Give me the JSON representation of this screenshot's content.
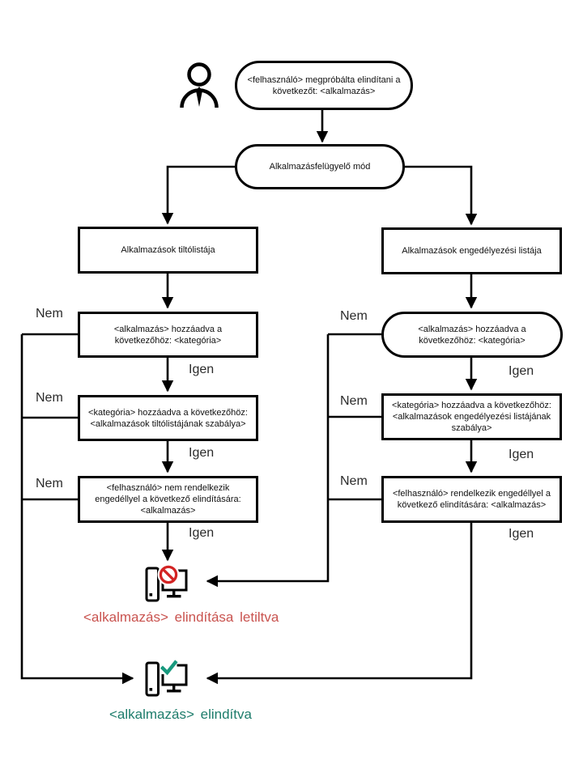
{
  "labels": {
    "no": "Nem",
    "yes": "Igen"
  },
  "nodes": {
    "start": "<felhasználó> megpróbálta elindítani a következőt: <alkalmazás>",
    "mode": "Alkalmazásfelügyelő mód",
    "denylist": "Alkalmazások tiltólistája",
    "allowlist": "Alkalmazások engedélyezési listája",
    "deny_app_in_category": "<alkalmazás> hozzáadva a következőhöz: <kategória>",
    "deny_category_in_rule": "<kategória> hozzáadva a következőhöz: <alkalmazások tiltólistájának szabálya>",
    "deny_user_no_permission": "<felhasználó> nem rendelkezik engedéllyel a következő elindítására: <alkalmazás>",
    "allow_app_in_category": "<alkalmazás> hozzáadva a következőhöz: <kategória>",
    "allow_category_in_rule": "<kategória> hozzáadva a következőhöz: <alkalmazások engedélyezési listájának szabálya>",
    "allow_user_has_permission": "<felhasználó> rendelkezik engedéllyel a következő elindítására: <alkalmazás>"
  },
  "results": {
    "blocked": "<alkalmazás> elindítása letiltva",
    "allowed": "<alkalmazás> elindítva"
  },
  "icons": {
    "user": "user-icon",
    "blocked_computer": "computer-blocked-icon",
    "allowed_computer": "computer-allowed-icon"
  },
  "colors": {
    "line": "#000000",
    "blocked_text": "#c9534f",
    "allowed_text": "#1d7c6b",
    "prohibition_sign": "#d32424",
    "check_mark": "#18997e"
  }
}
